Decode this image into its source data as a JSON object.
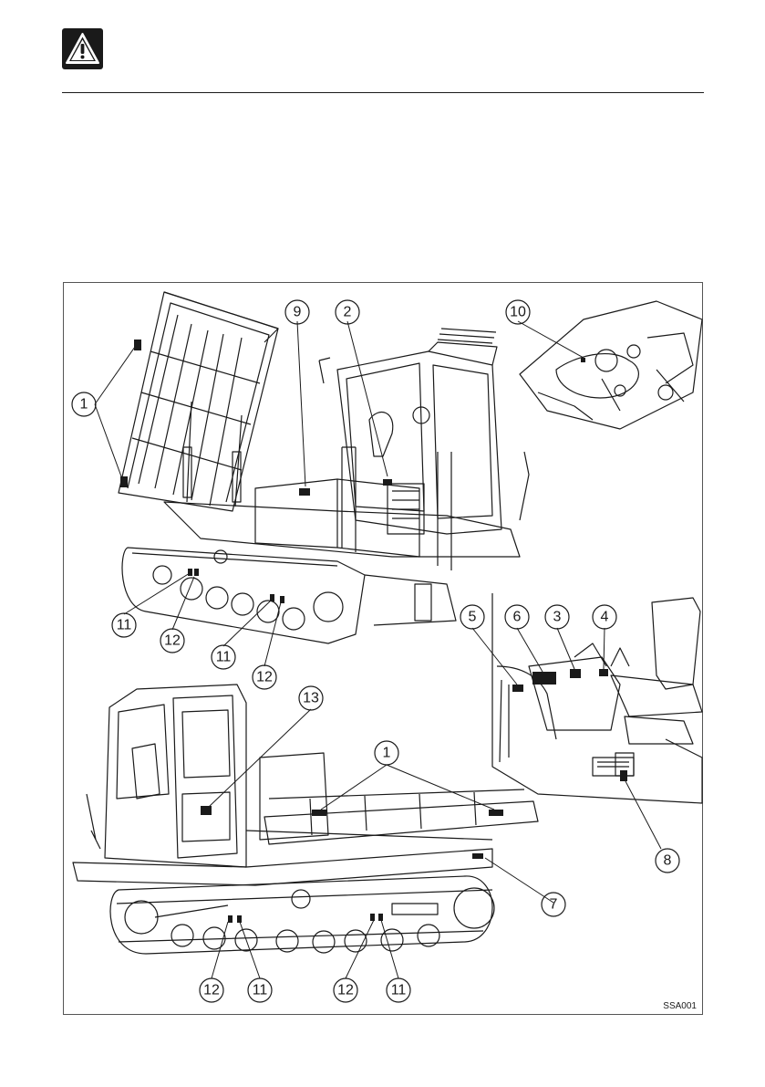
{
  "header": {
    "warning_icon": "warning-triangle-icon"
  },
  "figure": {
    "code": "SSA001",
    "callouts": [
      "1",
      "2",
      "3",
      "4",
      "5",
      "6",
      "7",
      "8",
      "9",
      "10",
      "11",
      "12",
      "13",
      "1",
      "11",
      "12",
      "11",
      "12",
      "12",
      "11",
      "12",
      "11"
    ]
  },
  "colors": {
    "ink": "#1a1a1a",
    "label_fill": "#1a1a1a",
    "paper": "#ffffff"
  }
}
